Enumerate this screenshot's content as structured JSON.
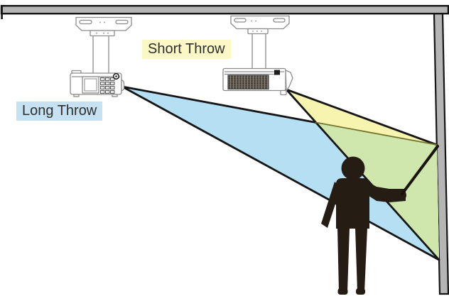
{
  "diagram": {
    "type": "projector-throw-distance-comparison",
    "labels": {
      "short_throw": "Short Throw",
      "long_throw": "Long Throw"
    },
    "label_highlights": {
      "short_throw_bg": "#fbf8c6",
      "long_throw_bg": "#c6e2f2",
      "text_color": "#2e2e2e"
    },
    "colors": {
      "long_throw_beam": "#b5dff3",
      "short_throw_beam": "#f6f4ae",
      "overlap_beam": "#cfe7ad",
      "beam_outline": "#151515",
      "overlap_edge_line": "#74742e",
      "structure_fill": "#b5b5b5",
      "structure_outline": "#151515",
      "person": "#251c14",
      "projector_outline": "#8c8c8c",
      "projector_dark_detail": "#1a1a1a"
    },
    "scene_notes": {
      "long_throw_projector_position": "ceiling-mounted left",
      "short_throw_projector_position": "ceiling-mounted center",
      "projection_surface": "right wall",
      "person": "presenter with pointer stick at wall"
    }
  }
}
